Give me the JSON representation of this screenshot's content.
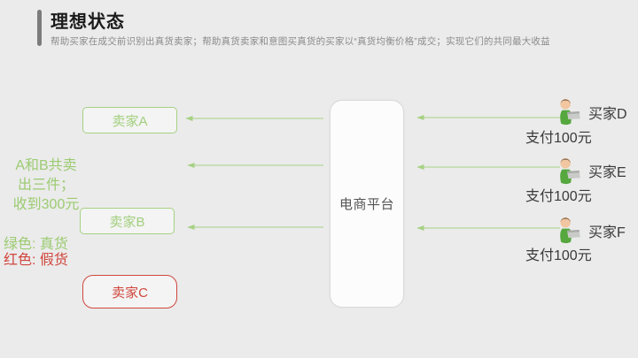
{
  "slide": {
    "title": "理想状态",
    "subtitle": "帮助买家在成交前识别出真货卖家；帮助真货卖家和意图买真货的买家以“真货均衡价格”成交；实现它们的共同最大收益"
  },
  "colors": {
    "background": "#ebebeb",
    "genuine_green": "#a2cf7d",
    "fake_red": "#d0463d",
    "platform_border": "#d9d9d9",
    "accent_bar_gray": "#7c7c7c"
  },
  "sellers": [
    {
      "label": "卖家A",
      "authenticity": "genuine"
    },
    {
      "label": "卖家B",
      "authenticity": "genuine"
    },
    {
      "label": "卖家C",
      "authenticity": "fake"
    }
  ],
  "platform": {
    "label": "电商平台"
  },
  "buyers": [
    {
      "label": "买家D",
      "payment": "支付100元"
    },
    {
      "label": "买家E",
      "payment": "支付100元"
    },
    {
      "label": "买家F",
      "payment": "支付100元"
    }
  ],
  "annotations": {
    "sales_note": "A和B共卖\n出三件；\n收到300元",
    "legend_green": "绿色: 真货",
    "legend_red": "红色: 假货"
  }
}
